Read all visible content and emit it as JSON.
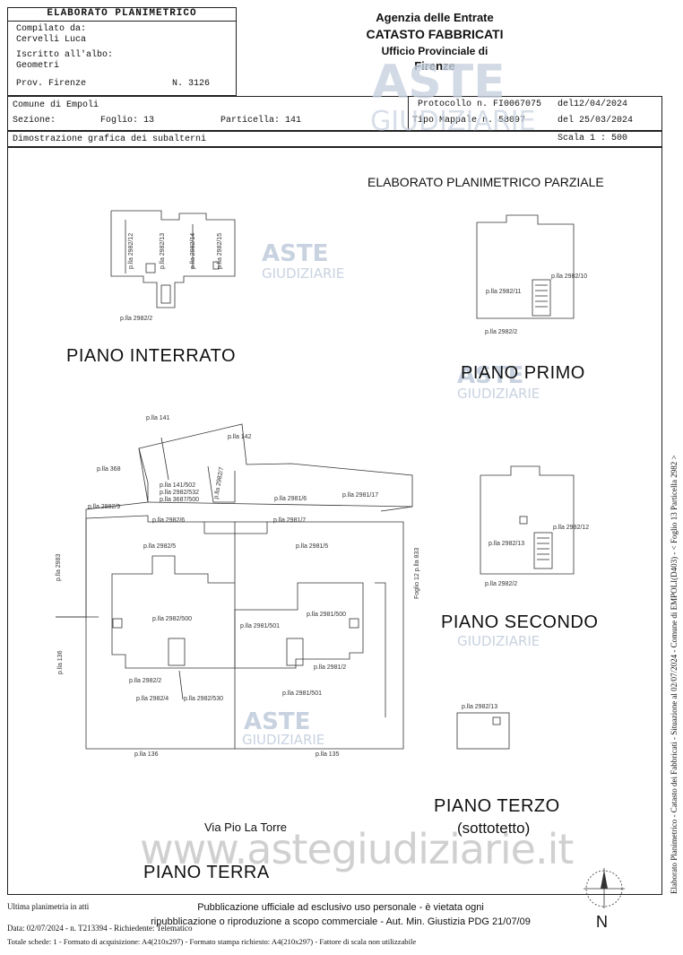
{
  "header": {
    "title": "ELABORATO PLANIMETRICO",
    "compilato_label": "Compilato da:",
    "compilato_name": "Cervelli Luca",
    "iscritto_label": "Iscritto all'albo:",
    "iscritto_value": "Geometri",
    "prov": "Prov. Firenze",
    "numero": "N. 3126",
    "agency_line1": "Agenzia delle Entrate",
    "agency_line2": "CATASTO FABBRICATI",
    "agency_line3": "Ufficio Provinciale di",
    "agency_line4": "Firenze",
    "comune": "Comune di Empoli",
    "sezione": "Sezione:",
    "foglio": "Foglio: 13",
    "particella": "Particella: 141",
    "protocollo": "Protocollo n. FI0067075",
    "protocollo_date": "del12/04/2024",
    "tipo_mappale": "Tipo Mappale n. 58097",
    "tipo_date": "del 25/03/2024",
    "dimostrazione": "Dimostrazione grafica dei subalterni",
    "scala": "Scala 1 : 500"
  },
  "drawing": {
    "title": "ELABORATO PLANIMETRICO PARZIALE",
    "piano_interrato": "PIANO INTERRATO",
    "piano_primo": "PIANO PRIMO",
    "piano_secondo": "PIANO SECONDO",
    "piano_terzo": "PIANO TERZO",
    "sottotetto": "(sottotetto)",
    "piano_terra": "PIANO TERRA",
    "via": "Via Pio La Torre",
    "north": "N",
    "side_text": "Elaborato Planimetrico - Catasto dei Fabbricati - Situazione al 02/07/2024 - Comune di EMPOLI(D403) - < Foglio 13 Particella 2982 >",
    "labels": {
      "l1": "p.lla 2982/12",
      "l2": "p.lla 2982/13",
      "l3": "p.lla 2982/14",
      "l4": "p.lla 2982/15",
      "l5": "p.lla 2982/2",
      "l6": "p.lla 2982/10",
      "l7": "p.lla 2982/11",
      "l8": "p.lla 2982/2",
      "l9": "p.lla 141",
      "l10": "p.lla 142",
      "l11": "p.lla 368",
      "l12": "p.lla 141/502",
      "l13": "p.lla 2982/532",
      "l14": "p.lla 3687/500",
      "l15": "p.lla 2982/7",
      "l16": "p.lla 2981/6",
      "l17": "p.lla 2981/17",
      "l18": "p.lla 2982/9",
      "l19": "p.lla 2982/6",
      "l20": "p.lla 2981/7",
      "l21": "p.lla 2982/5",
      "l22": "p.lla 2981/5",
      "l23": "p.lla 2983",
      "l24": "Foglio 12 p.lla 833",
      "l25": "p.lla 2982/500",
      "l26": "p.lla 2981/501",
      "l27": "p.lla 2981/500",
      "l28": "p.lla 136",
      "l29": "p.lla 2982/2",
      "l30": "p.lla 2981/2",
      "l31": "p.lla 2982/4",
      "l32": "p.lla 2982/530",
      "l33": "p.lla 2981/501",
      "l34": "p.lla 136",
      "l35": "p.lla 135",
      "l36": "p.lla 2982/12",
      "l37": "p.lla 2982/13",
      "l38": "p.lla 2982/2",
      "l39": "p.lla 2982/13"
    }
  },
  "watermarks": {
    "aste": "ASTE",
    "giudiziarie": "GIUDIZIARIE",
    "site": "www.astegiudiziarie.it"
  },
  "footer": {
    "ultima": "Ultima planimetria in atti",
    "pubblicazione1": "Pubblicazione ufficiale ad esclusivo uso personale - è vietata ogni",
    "pubblicazione2": "ripubblicazione o riproduzione a scopo commerciale - Aut. Min. Giustizia PDG 21/07/09",
    "data": "Data: 02/07/2024 - n. T213394 - Richiedente: Telematico",
    "totale": "Totale schede: 1 - Formato di acquisizione: A4(210x297) - Formato stampa richiesto: A4(210x297) - Fattore di scala non utilizzabile"
  }
}
